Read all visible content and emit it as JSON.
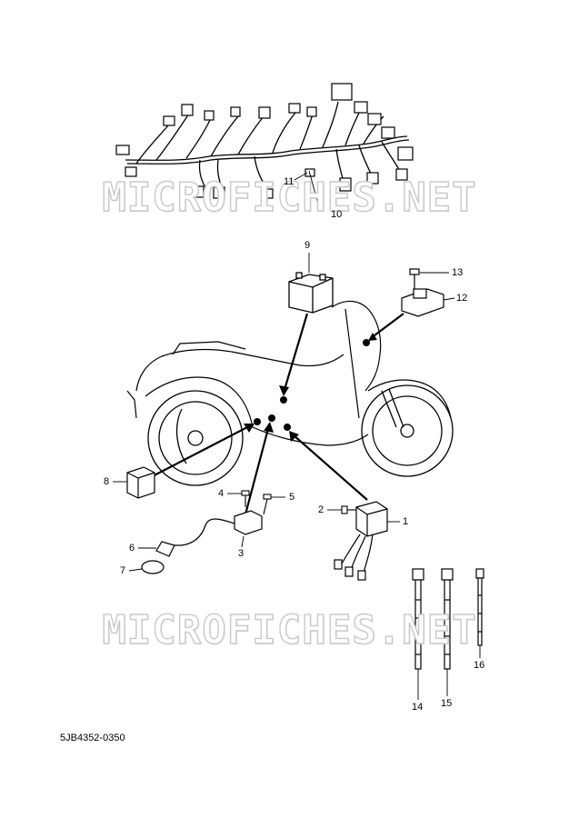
{
  "watermark": "MICROFICHES.NET",
  "diagram_code": "5JB4352-0350",
  "callouts": {
    "c1": "1",
    "c2": "2",
    "c3": "3",
    "c4": "4",
    "c5": "5",
    "c6": "6",
    "c7": "7",
    "c8": "8",
    "c9": "9",
    "c10": "10",
    "c11": "11",
    "c12": "12",
    "c13": "13",
    "c14": "14",
    "c15": "15",
    "c16": "16"
  },
  "colors": {
    "line": "#000000",
    "watermark_outline": "#c9c9c9",
    "background": "#ffffff"
  }
}
